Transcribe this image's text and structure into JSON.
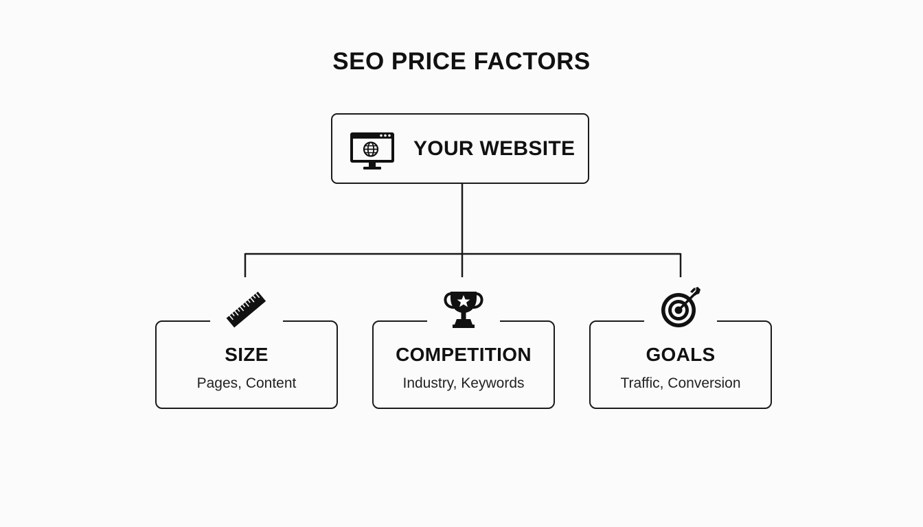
{
  "title": "SEO PRICE FACTORS",
  "root": {
    "label": "YOUR WEBSITE",
    "icon": "website-globe-monitor-icon"
  },
  "factors": [
    {
      "title": "SIZE",
      "description": "Pages, Content",
      "icon": "ruler-icon"
    },
    {
      "title": "COMPETITION",
      "description": "Industry, Keywords",
      "icon": "trophy-icon"
    },
    {
      "title": "GOALS",
      "description": "Traffic, Conversion",
      "icon": "target-arrow-icon"
    }
  ],
  "colors": {
    "background": "#fbfbfb",
    "stroke": "#1a1a1a",
    "text": "#111111"
  }
}
